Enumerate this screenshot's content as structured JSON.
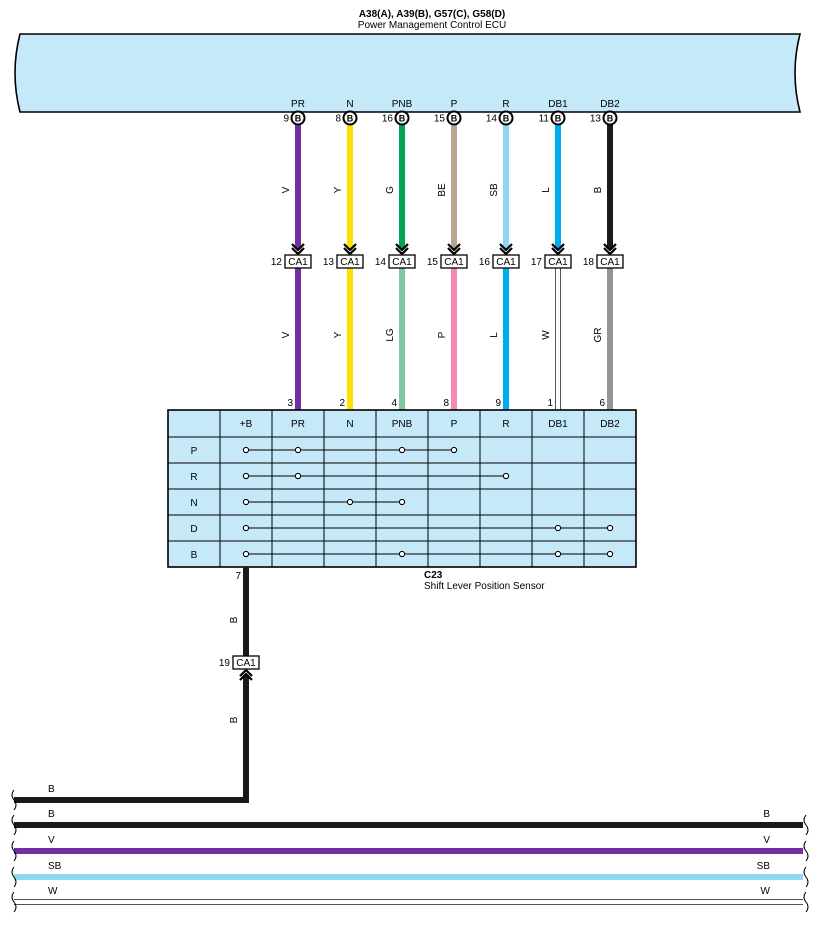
{
  "ecu": {
    "code": "A38(A), A39(B), G57(C), G58(D)",
    "name": "Power Management Control ECU"
  },
  "sensor": {
    "code": "C23",
    "name": "Shift Lever Position Sensor",
    "ground_pin": "7",
    "columns": [
      "+B",
      "PR",
      "N",
      "PNB",
      "P",
      "R",
      "DB1",
      "DB2"
    ],
    "rows": [
      {
        "label": "P",
        "connections": [
          "+B",
          "PR",
          "PNB",
          "P"
        ]
      },
      {
        "label": "R",
        "connections": [
          "+B",
          "PR",
          "R"
        ]
      },
      {
        "label": "N",
        "connections": [
          "+B",
          "N",
          "PNB"
        ]
      },
      {
        "label": "D",
        "connections": [
          "+B",
          "DB1",
          "DB2"
        ]
      },
      {
        "label": "B",
        "connections": [
          "+B",
          "PNB",
          "DB1",
          "DB2"
        ]
      }
    ]
  },
  "signals": [
    {
      "name": "PR",
      "ecu_pin": "9",
      "ecu_conn": "B",
      "upper_code": "V",
      "upper_color": "#7030A0",
      "junction_pin": "12",
      "junction": "CA1",
      "lower_code": "V",
      "lower_color": "#7030A0",
      "sensor_pin": "3"
    },
    {
      "name": "N",
      "ecu_pin": "8",
      "ecu_conn": "B",
      "upper_code": "Y",
      "upper_color": "#FFE000",
      "junction_pin": "13",
      "junction": "CA1",
      "lower_code": "Y",
      "lower_color": "#FFE000",
      "sensor_pin": "2"
    },
    {
      "name": "PNB",
      "ecu_pin": "16",
      "ecu_conn": "B",
      "upper_code": "G",
      "upper_color": "#00A651",
      "junction_pin": "14",
      "junction": "CA1",
      "lower_code": "LG",
      "lower_color": "#7DC8A0",
      "sensor_pin": "4"
    },
    {
      "name": "P",
      "ecu_pin": "15",
      "ecu_conn": "B",
      "upper_code": "BE",
      "upper_color": "#BCA590",
      "junction_pin": "15",
      "junction": "CA1",
      "lower_code": "P",
      "lower_color": "#F28AB8",
      "sensor_pin": "8"
    },
    {
      "name": "R",
      "ecu_pin": "14",
      "ecu_conn": "B",
      "upper_code": "SB",
      "upper_color": "#8ED8F0",
      "junction_pin": "16",
      "junction": "CA1",
      "lower_code": "L",
      "lower_color": "#00AEEF",
      "sensor_pin": "9"
    },
    {
      "name": "DB1",
      "ecu_pin": "11",
      "ecu_conn": "B",
      "upper_code": "L",
      "upper_color": "#00AEEF",
      "junction_pin": "17",
      "junction": "CA1",
      "lower_code": "W",
      "lower_color": "#FFFFFF",
      "sensor_pin": "1"
    },
    {
      "name": "DB2",
      "ecu_pin": "13",
      "ecu_conn": "B",
      "upper_code": "B",
      "upper_color": "#1A1A1A",
      "junction_pin": "18",
      "junction": "CA1",
      "lower_code": "GR",
      "lower_color": "#939598",
      "sensor_pin": "6"
    }
  ],
  "ground": {
    "upper_code": "B",
    "junction_pin": "19",
    "junction": "CA1",
    "lower_code": "B",
    "color": "#1A1A1A"
  },
  "bus": [
    {
      "code": "B",
      "color": "#1A1A1A",
      "right_label": ""
    },
    {
      "code": "B",
      "color": "#1A1A1A",
      "right_label": "B"
    },
    {
      "code": "V",
      "color": "#7030A0",
      "right_label": "V"
    },
    {
      "code": "SB",
      "color": "#8ED8F0",
      "right_label": "SB"
    },
    {
      "code": "W",
      "color": "#FFFFFF",
      "right_label": "W"
    }
  ],
  "colors": {
    "body_fill": "#C6E9F9",
    "outline": "#000000"
  }
}
